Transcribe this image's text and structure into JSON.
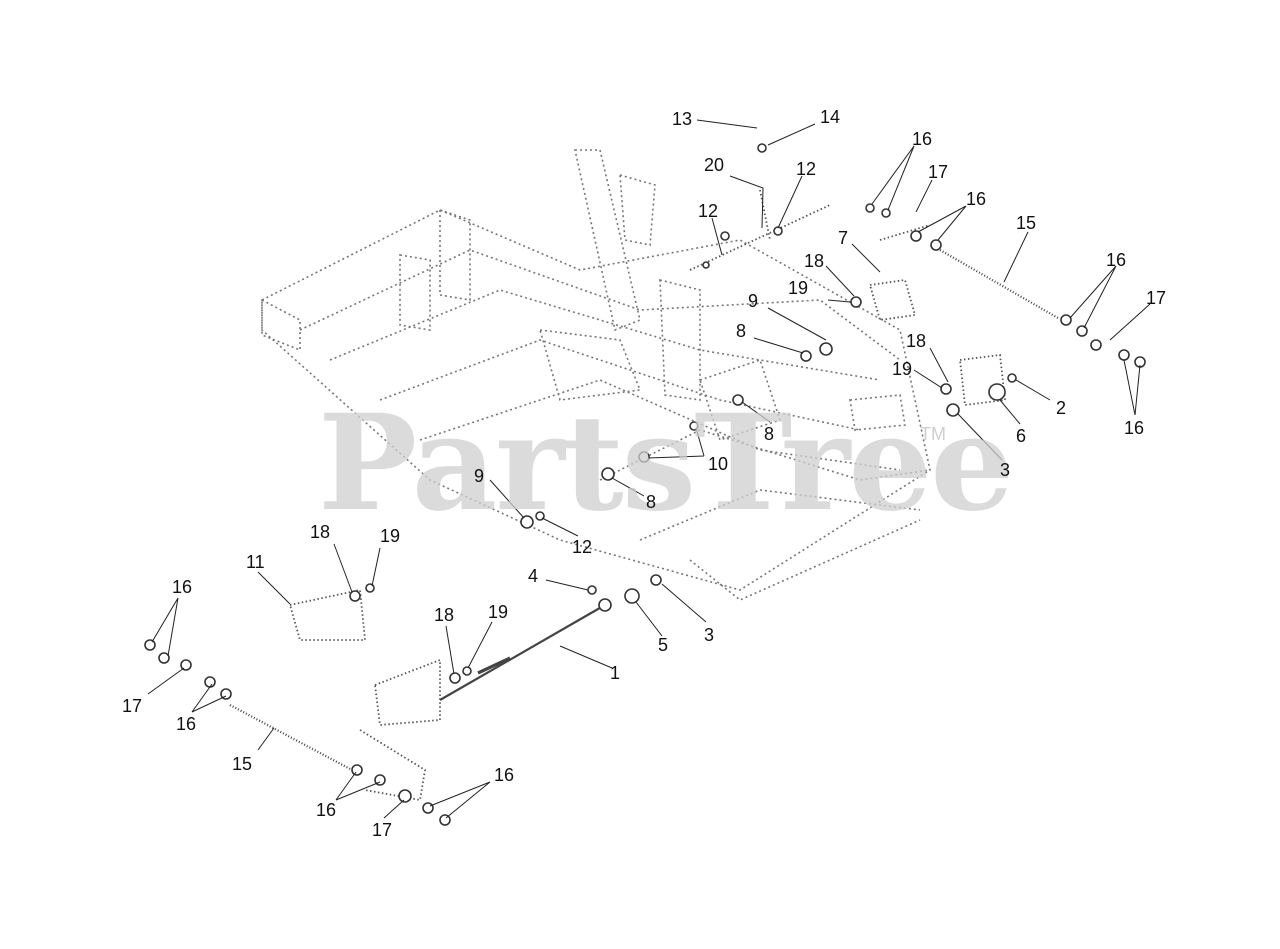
{
  "watermark": {
    "text": "PartsTree",
    "tm": "TM"
  },
  "callouts": [
    {
      "label": "13"
    },
    {
      "label": "14"
    },
    {
      "label": "20"
    },
    {
      "label": "12"
    },
    {
      "label": "12"
    },
    {
      "label": "16"
    },
    {
      "label": "17"
    },
    {
      "label": "16"
    },
    {
      "label": "15"
    },
    {
      "label": "7"
    },
    {
      "label": "18"
    },
    {
      "label": "19"
    },
    {
      "label": "9"
    },
    {
      "label": "8"
    },
    {
      "label": "16"
    },
    {
      "label": "17"
    },
    {
      "label": "18"
    },
    {
      "label": "19"
    },
    {
      "label": "2"
    },
    {
      "label": "6"
    },
    {
      "label": "16"
    },
    {
      "label": "3"
    },
    {
      "label": "8"
    },
    {
      "label": "10"
    },
    {
      "label": "9"
    },
    {
      "label": "8"
    },
    {
      "label": "12"
    },
    {
      "label": "18"
    },
    {
      "label": "19"
    },
    {
      "label": "11"
    },
    {
      "label": "4"
    },
    {
      "label": "5"
    },
    {
      "label": "3"
    },
    {
      "label": "16"
    },
    {
      "label": "18"
    },
    {
      "label": "19"
    },
    {
      "label": "1"
    },
    {
      "label": "17"
    },
    {
      "label": "16"
    },
    {
      "label": "15"
    },
    {
      "label": "16"
    },
    {
      "label": "16"
    },
    {
      "label": "17"
    }
  ]
}
